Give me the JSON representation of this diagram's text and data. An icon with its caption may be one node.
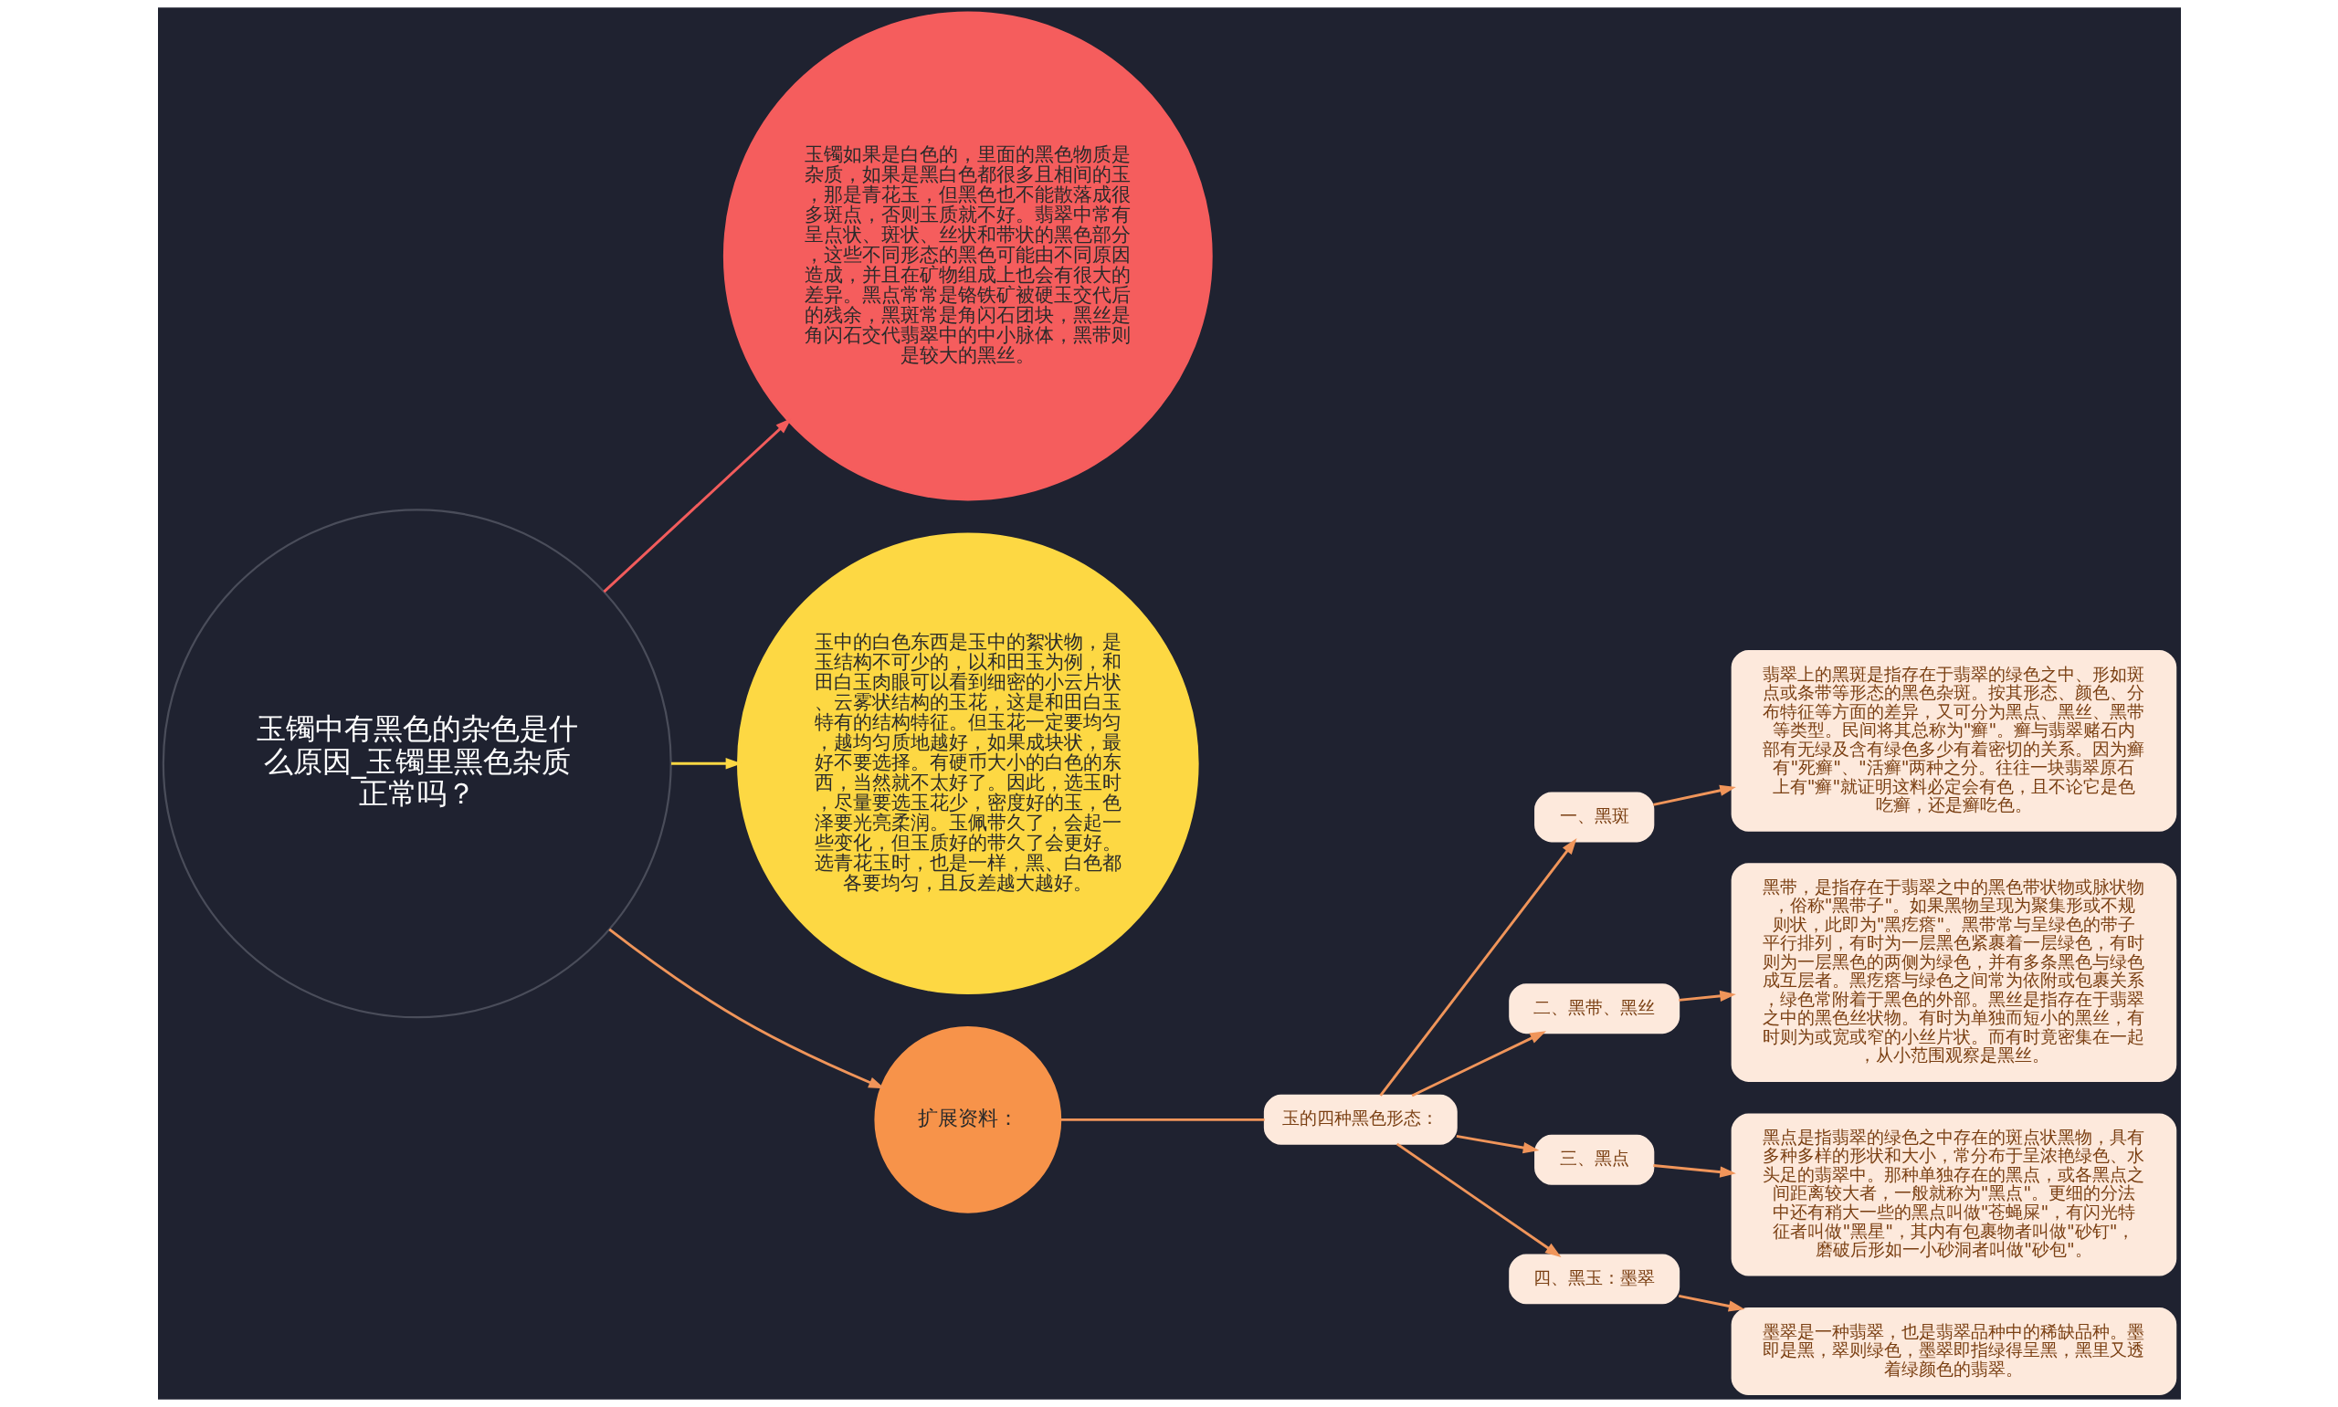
{
  "diagram": {
    "nodes": [
      {
        "text": [
          "玉镯中有黑色的杂色是什么原因_玉镯里黑色杂质正常吗？"
        ]
      },
      {
        "text": [
          "玉镯如果是白色的，里面的黑色物质是杂质，如果是黑白色都很多且相间的玉，那是青花玉，但黑色也不能散落成很多斑点，否则玉质就不好。翡翠中常有呈点状、斑状、丝状和带状的黑色部分，这些不同形态的黑色可能由不同原因造成，并且在矿物组成上也会有很大的差异。黑点常常是铬铁矿被硬玉交代后的残余，黑斑常是角闪石团块，黑丝是角闪石交代翡翠中的中小脉体，黑带则是较大的黑丝。"
        ]
      },
      {
        "text": [
          "玉中的白色东西是玉中的絮状物，是玉结构不可少的，以和田玉为例，和田白玉肉眼可以看到细密的小云片状、云雾状结构的玉花，这是和田白玉特有的结构特征。但玉花一定要均匀，越均匀质地越好，如果成块状，最好不要选择。有硬币大小的白色的东西，当然就不太好了。因此，选玉时，尽量要选玉花少，密度好的玉，色泽要光亮柔润。玉佩带久了，会起一些变化，但玉质好的带久了会更好。选青花玉时，也是一样，黑、白色都各要均匀，且反差越大越好。"
        ]
      },
      {
        "text": [
          "扩展资料："
        ]
      },
      {
        "text": [
          "玉的四种黑色形态："
        ]
      },
      {
        "text": [
          "一、黑斑"
        ]
      },
      {
        "text": [
          "翡翠上的黑斑是指存在于翡翠的绿色之中、形如斑点或条带等形态的黑色杂斑。按其形态、颜色、分布特征等方面的差异，又可分为黑点、黑丝、黑带等类型。民间将其总称为\"癣\"。癣与翡翠赌石内部有无绿及含有绿色多少有着密切的关系。因为癣有\"死癣\"、\"活癣\"两种之分。往往一块翡翠原石上有\"癣\"就证明这料必定会有色，且不论它是色吃癣，还是癣吃色。"
        ]
      },
      {
        "text": [
          "二、黑带、黑丝"
        ]
      },
      {
        "text": [
          "黑带，是指存在于翡翠之中的黑色带状物或脉状物，俗称\"黑带子\"。如果黑物呈现为聚集形或不规则状，此即为\"黑疙瘩\"。黑带常与呈绿色的带子平行排列，有时为一层黑色紧裹着一层绿色，有时则为一层黑色的两侧为绿色，并有多条黑色与绿色成互层者。黑疙瘩与绿色之间常为依附或包裹关系，绿色常附着于黑色的外部。黑丝是指存在于翡翠之中的黑色丝状物。有时为单独而短小的黑丝，有时则为或宽或窄的小丝片状。而有时竟密集在一起，从小范围观察是黑丝。"
        ]
      },
      {
        "text": [
          "三、黑点"
        ]
      },
      {
        "text": [
          "黑点是指翡翠的绿色之中存在的斑点状黑物，具有多种多样的形状和大小，常分布于呈浓艳绿色、水头足的翡翠中。那种单独存在的黑点，或各黑点之间距离较大者，一般就称为\"黑点\"。更细的分法中还有稍大一些的黑点叫做\"苍蝇屎\"，有闪光特征者叫做\"黑星\"，其内有包裹物者叫做\"砂钉\"，磨破后形如一小砂洞者叫做\"砂包\"。"
        ]
      },
      {
        "text": [
          "四、黑玉：墨翠"
        ]
      },
      {
        "text": [
          "墨翠是一种翡翠，也是翡翠品种中的稀缺品种。墨即是黑，翠则绿色，墨翠即指绿得呈黑，黑里又透着绿颜色的翡翠。"
        ]
      }
    ],
    "edges": [
      {
        "from": 0,
        "to": 1,
        "arrow": "to",
        "color": "#f25c5c"
      },
      {
        "from": 0,
        "to": 2,
        "arrow": "to",
        "color": "#fdd843"
      },
      {
        "from": 0,
        "to": 3,
        "arrow": "to"
      },
      {
        "from": 3,
        "to": 4,
        "arrow": "none"
      },
      {
        "from": 4,
        "to": 5,
        "arrow": "to"
      },
      {
        "from": 4,
        "to": 7,
        "arrow": "to"
      },
      {
        "from": 4,
        "to": 9,
        "arrow": "to"
      },
      {
        "from": 4,
        "to": 11,
        "arrow": "to"
      },
      {
        "from": 5,
        "to": 6,
        "arrow": "to"
      },
      {
        "from": 7,
        "to": 8,
        "arrow": "to"
      },
      {
        "from": 9,
        "to": 10,
        "arrow": "to"
      },
      {
        "from": 11,
        "to": 12,
        "arrow": "to"
      }
    ]
  }
}
